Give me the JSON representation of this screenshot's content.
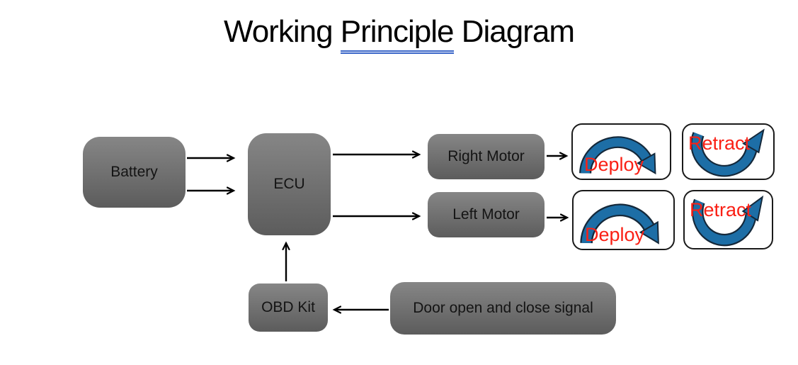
{
  "title": {
    "part1": "Working ",
    "part2": "Principle",
    "part3": " Diagram"
  },
  "nodes": {
    "battery": "Battery",
    "ecu": "ECU",
    "right_motor": "Right Motor",
    "left_motor": "Left Motor",
    "obd_kit": "OBD Kit",
    "door_signal": "Door open and close signal"
  },
  "action_labels": {
    "deploy": "Deploy",
    "retract": "Retract"
  },
  "colors": {
    "background": "#ffffff",
    "title_text": "#000000",
    "underline_blue": "#3a66c8",
    "node_gradient_top": "#868686",
    "node_gradient_mid": "#6f6f6f",
    "node_gradient_bottom": "#5c5c5c",
    "node_text": "#141414",
    "connector": "#000000",
    "card_background": "#ffffff",
    "card_border": "#1a1a1a",
    "arc_blue": "#1d6ea6",
    "arc_outline": "#14283a",
    "action_red": "#fa2015"
  }
}
